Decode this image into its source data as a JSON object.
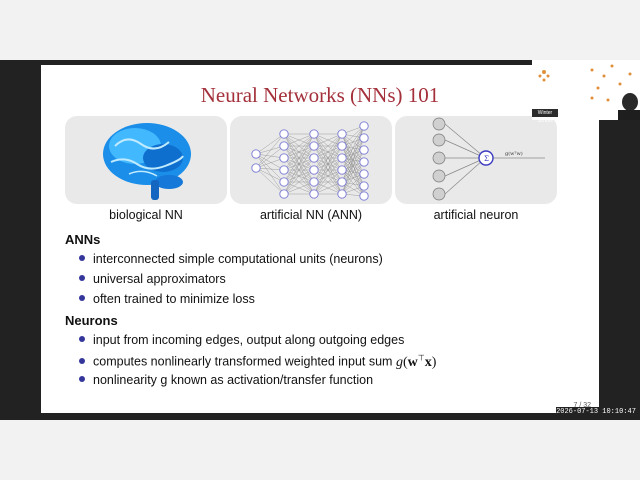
{
  "slide": {
    "title": "Neural Networks (NNs) 101",
    "captions": [
      "biological NN",
      "artificial NN (ANN)",
      "artificial neuron"
    ],
    "sections": [
      {
        "heading": "ANNs",
        "bullets": [
          "interconnected simple computational units (neurons)",
          "universal approximators",
          "often trained to minimize loss"
        ]
      },
      {
        "heading": "Neurons",
        "bullets": [
          "input from incoming edges, output along outgoing edges",
          "computes nonlinearly transformed weighted input sum",
          "nonlinearity g known as activation/transfer function"
        ]
      }
    ],
    "formula": {
      "func": "g",
      "open": "(",
      "w": "w",
      "sup": "⊤",
      "x": "x",
      "close": ")"
    },
    "neuron_labels": {
      "output": "g(wᵀw)"
    },
    "page_num": "7 / 32"
  },
  "video": {
    "badge": "Winter School",
    "timestamp": "2026-07-13 10:10:47"
  },
  "colors": {
    "title": "#a3303a",
    "bullet": "#34369a",
    "neuron": "#3a3ac0"
  },
  "icons": [
    "brain-icon",
    "neural-network-diagram",
    "neuron-diagram",
    "bullet-dot-icon"
  ]
}
